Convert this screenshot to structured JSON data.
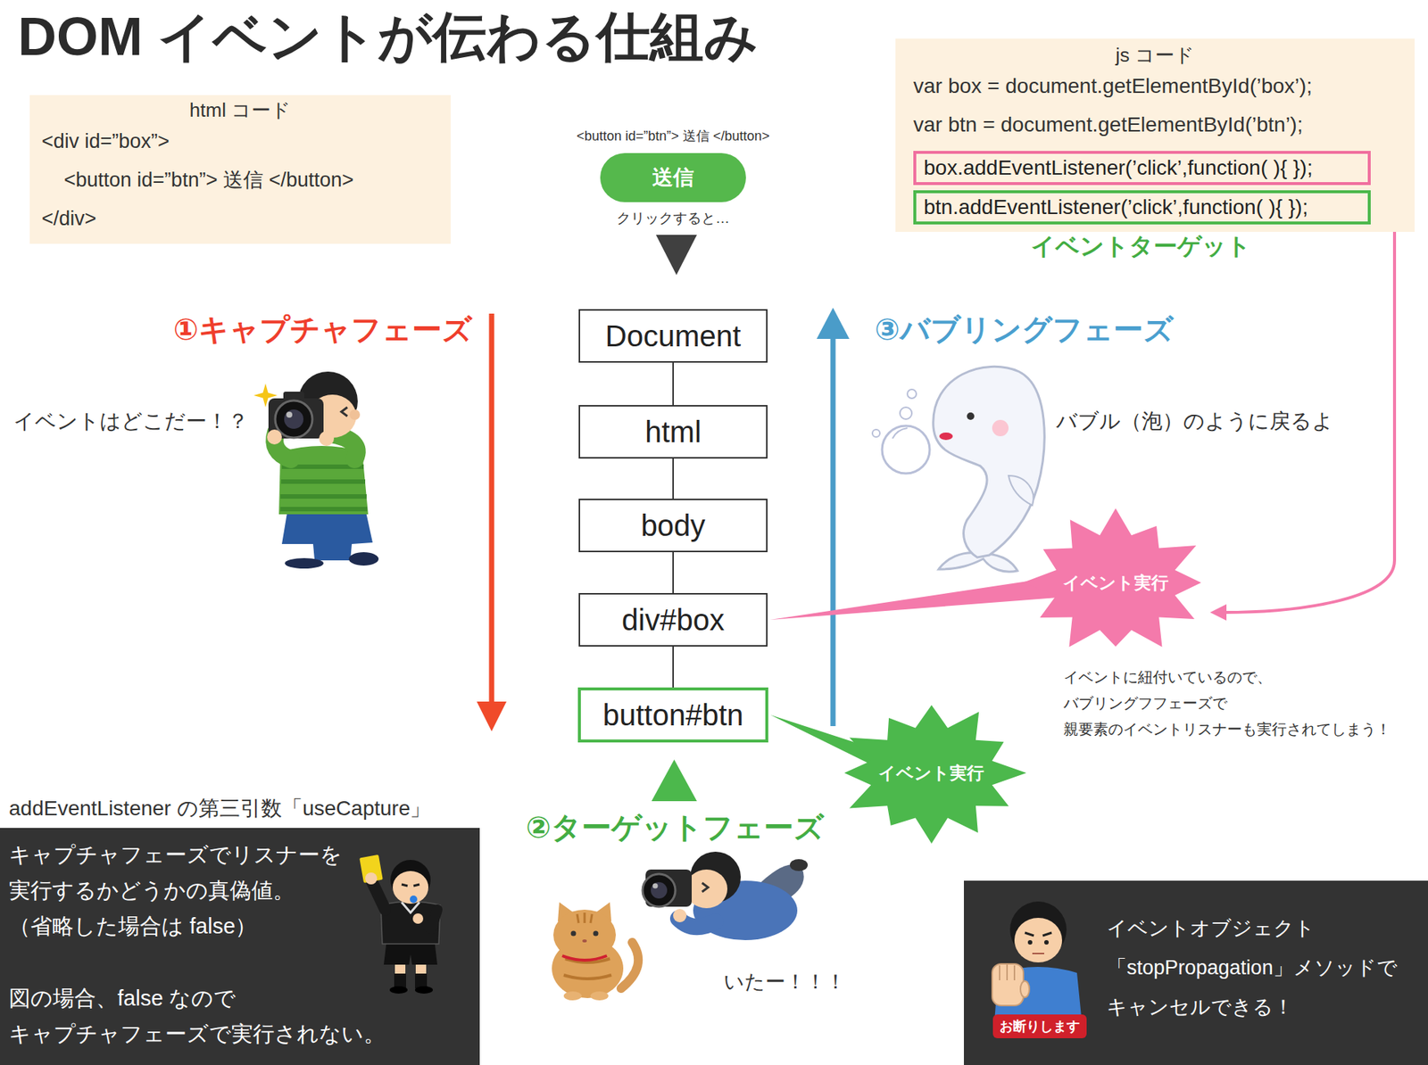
{
  "diagram": {
    "title": "DOM イベントが伝わる仕組み",
    "nodes": [
      {
        "text": [
          "html コード",
          "<div id=”box”>",
          "<button id=”btn”> 送信 </button>",
          "</div>"
        ]
      },
      {
        "text": [
          "js コード",
          "var box = document.getElementById(’box’);",
          "var btn = document.getElementById(’btn’);"
        ]
      },
      {
        "text": [
          "box.addEventListener(’click’,function( ){ });"
        ],
        "in": 1
      },
      {
        "text": [
          "btn.addEventListener(’click’,function( ){ });"
        ],
        "in": 1
      },
      {
        "text": [
          "送信"
        ]
      },
      {
        "text": [
          "Document"
        ]
      },
      {
        "text": [
          "html"
        ]
      },
      {
        "text": [
          "body"
        ]
      },
      {
        "text": [
          "div#box"
        ]
      },
      {
        "text": [
          "button#btn"
        ]
      },
      {
        "text": [
          "イベント実行"
        ]
      },
      {
        "text": [
          "イベント実行"
        ]
      },
      {
        "text": [
          "addEventListener の第三引数「useCapture」",
          "キャプチャフェーズでリスナーを 実行するかどうかの真偽値。 （省略した場合は false）",
          "図の場合、false なので キャプチャフェーズで実行されない。"
        ]
      },
      {
        "text": [
          "イベントオブジェクト 「stopPropagation」メソッドで キャンセルできる！"
        ]
      },
      {
        "text": [
          "お断りします"
        ],
        "in": 13
      }
    ],
    "edges": [
      {
        "from": 5,
        "to": 6,
        "arrow": "none"
      },
      {
        "from": 6,
        "to": 7,
        "arrow": "none"
      },
      {
        "from": 7,
        "to": 8,
        "arrow": "none"
      },
      {
        "from": 8,
        "to": 9,
        "arrow": "none"
      },
      {
        "from": 10,
        "to": 8,
        "arrow": "none"
      },
      {
        "from": 11,
        "to": 9,
        "arrow": "none"
      },
      {
        "from": 2,
        "to": 10,
        "arrow": "to"
      }
    ],
    "labels": [
      "<button id=”btn”> 送信 </button>",
      "クリックすると…",
      "イベントターゲット",
      "①キャプチャフェーズ",
      "イベントはどこだー！？",
      "③バブリングフェーズ",
      "バブル（泡）のように戻るよ",
      "イベントに紐付いているので、 バブリングフフェーズで 親要素のイベントリスナーも実行されてしまう！",
      "②ターゲットフェーズ",
      "いたー！！！"
    ]
  }
}
